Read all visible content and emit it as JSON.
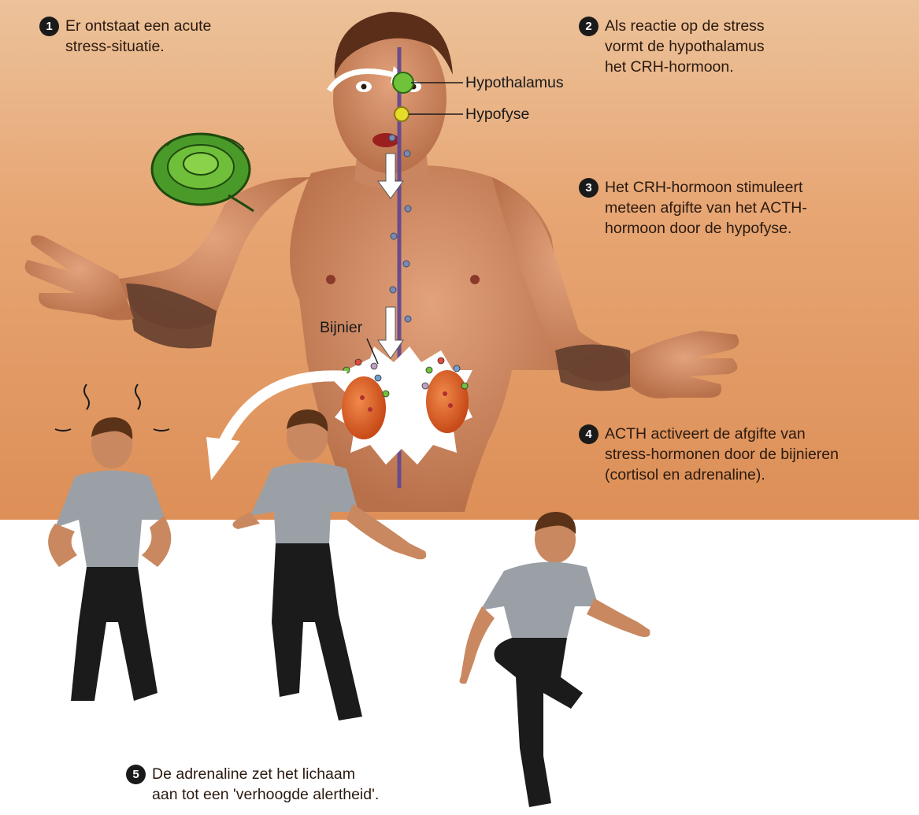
{
  "steps": [
    {
      "num": "1",
      "text": "Er ontstaat een acute\nstress-situatie."
    },
    {
      "num": "2",
      "text": "Als reactie op de stress\nvormt de hypothalamus\nhet CRH-hormoon."
    },
    {
      "num": "3",
      "text": "Het CRH-hormoon stimuleert\nmeteen afgifte van het ACTH-\nhormoon door de hypofyse."
    },
    {
      "num": "4",
      "text": "ACTH activeert de afgifte van\nstress-hormonen door de bijnieren\n(cortisol en adrenaline)."
    },
    {
      "num": "5",
      "text": "De adrenaline zet het lichaam\naan tot een 'verhoogde alertheid'."
    }
  ],
  "labels": {
    "hypothalamus": "Hypothalamus",
    "hypofyse": "Hypofyse",
    "bijnier": "Bijnier"
  },
  "colors": {
    "background_top": "#ecc29a",
    "background_bottom": "#dd8f57",
    "skin": "#d99874",
    "snake": "#4a9a2a",
    "hypothalamus_dot": "#6fc23a",
    "hypofyse_dot": "#e6dc2a",
    "kidney": "#e2622b",
    "spine_line": "#6a4c8c",
    "shirt": "#9aa0a6",
    "trousers": "#1b1b1b"
  },
  "icons": [
    "snake-icon",
    "flow-arrow-icon"
  ]
}
